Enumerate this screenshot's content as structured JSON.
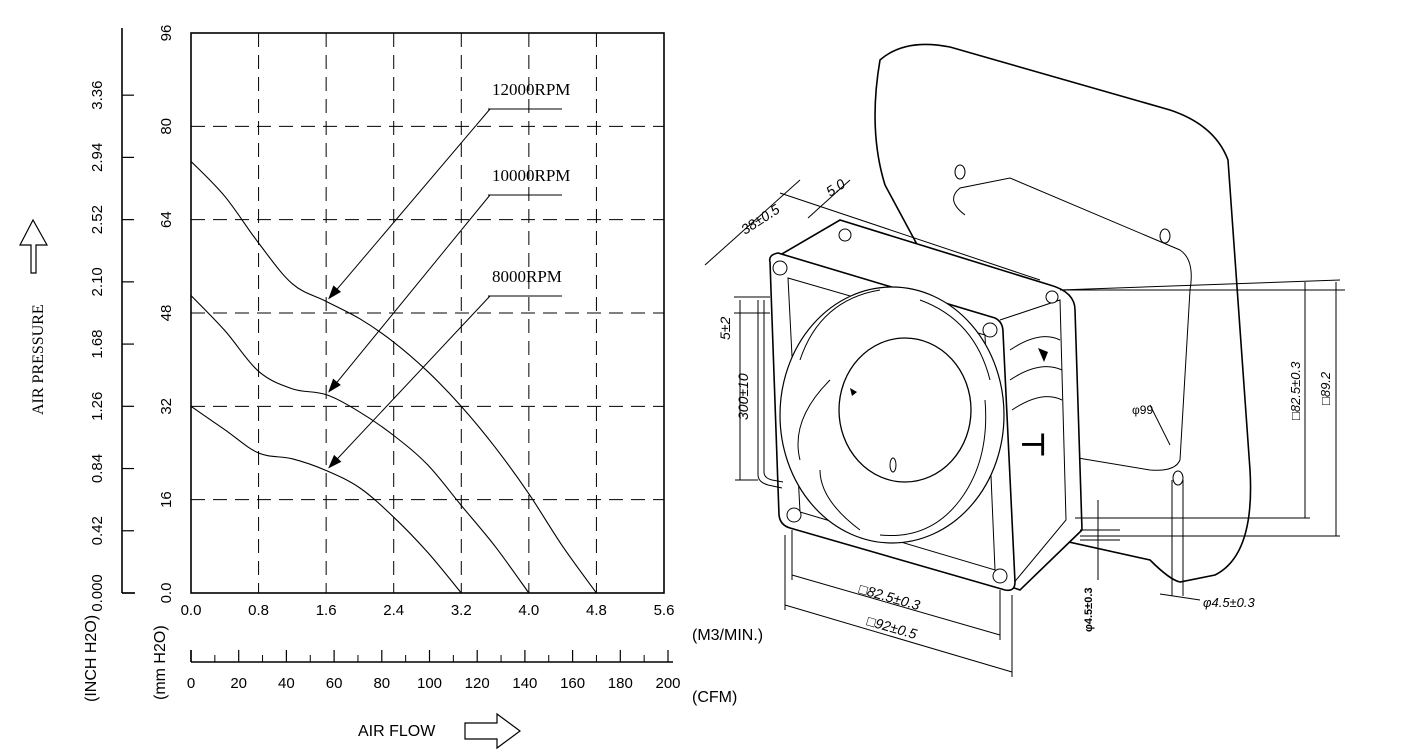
{
  "chart_data": {
    "type": "line",
    "xlabel": "AIR FLOW",
    "ylabel": "AIR PRESSURE",
    "x_unit_primary": "(M3/MIN.)",
    "x_unit_secondary": "(CFM)",
    "y_unit_primary": "(mm H2O)",
    "y_unit_secondary": "(INCH H2O)",
    "xlim": [
      0,
      5.6
    ],
    "ylim": [
      0,
      96
    ],
    "x_ticks": [
      "0.0",
      "0.8",
      "1.6",
      "2.4",
      "3.2",
      "4.0",
      "4.8",
      "5.6"
    ],
    "y_ticks": [
      "0.0",
      "16",
      "32",
      "48",
      "64",
      "80",
      "96"
    ],
    "cfm_ticks": [
      "0",
      "20",
      "40",
      "60",
      "80",
      "100",
      "120",
      "140",
      "160",
      "180",
      "200"
    ],
    "inch_ticks": [
      "0.000",
      "0.42",
      "0.84",
      "1.26",
      "1.68",
      "2.10",
      "2.52",
      "2.94",
      "3.36"
    ],
    "grid": true,
    "series": [
      {
        "name": "12000RPM",
        "x": [
          0,
          0.4,
          0.8,
          1.2,
          1.6,
          2.0,
          2.4,
          2.8,
          3.2,
          3.6,
          4.0,
          4.4,
          4.8
        ],
        "y": [
          74,
          68,
          60,
          53,
          50,
          47,
          43,
          38,
          32,
          25,
          17,
          8,
          0
        ]
      },
      {
        "name": "10000RPM",
        "x": [
          0,
          0.4,
          0.8,
          1.2,
          1.6,
          2.0,
          2.4,
          2.8,
          3.2,
          3.6,
          4.0
        ],
        "y": [
          51,
          45,
          38,
          35,
          34,
          31,
          27,
          22,
          15,
          8,
          0
        ]
      },
      {
        "name": "8000RPM",
        "x": [
          0,
          0.4,
          0.8,
          1.2,
          1.6,
          2.0,
          2.4,
          2.8,
          3.2
        ],
        "y": [
          32,
          28,
          24,
          23,
          21,
          18,
          13,
          7,
          0
        ]
      }
    ]
  },
  "drawing": {
    "dim_depth": "38±0.5",
    "dim_flange": "5.0",
    "dim_lead_strip": "5±2",
    "dim_lead_length": "300±10",
    "dim_hole_pitch": "□82.5±0.3",
    "dim_frame": "□92±0.5",
    "dim_hole_pitch_v": "□82.5±0.3",
    "dim_frame_v": "□89.2",
    "dim_opening": "φ99",
    "dim_hole": "φ4.5±0.3",
    "dim_hole_depth": "φ4.5±0.3"
  }
}
